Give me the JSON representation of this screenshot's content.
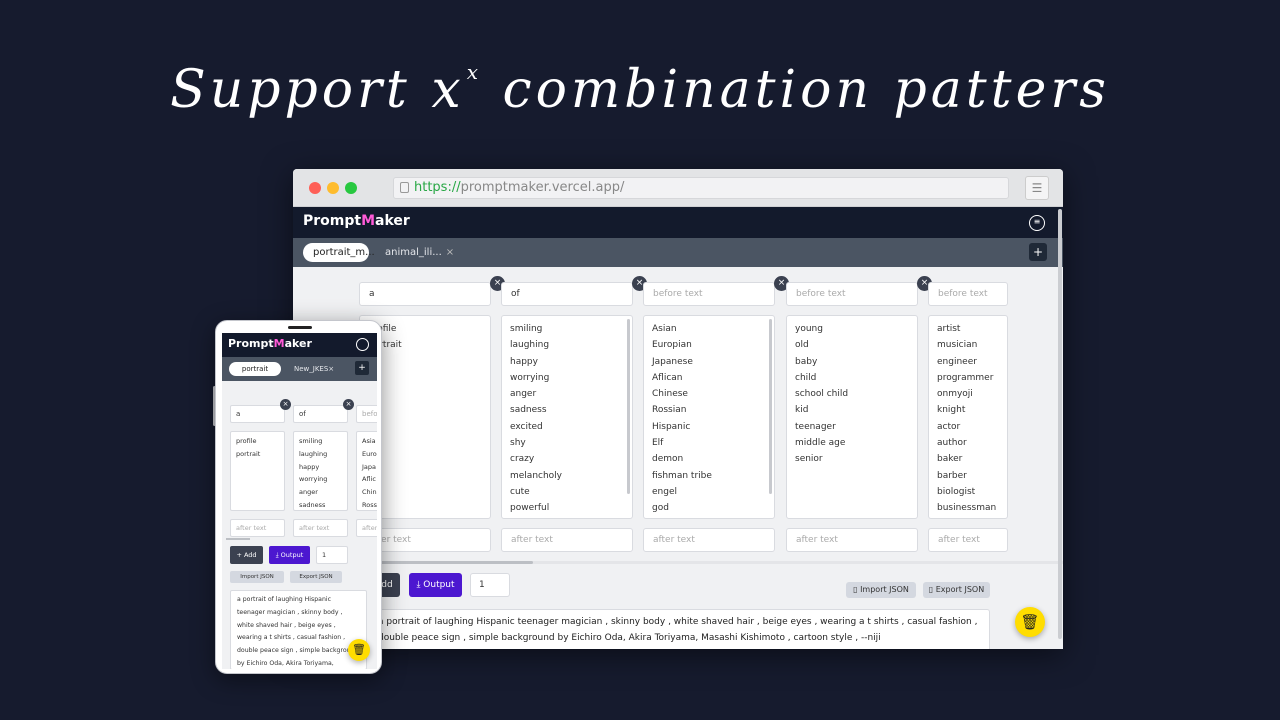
{
  "headline": {
    "text": "Support x",
    "sup": "x",
    "rest": " combination patters"
  },
  "browser": {
    "url_scheme": "https://",
    "url_host": "promptmaker.vercel.app/",
    "logo_a": "Prompt",
    "logo_b": "M",
    "logo_c": "aker",
    "tabs": [
      {
        "label": "portrait_m..."
      },
      {
        "label": "animal_ili..."
      }
    ],
    "tab_close": "×",
    "add_tab": "+",
    "columns": [
      {
        "head": "a",
        "placeholder": false,
        "items": [
          "profile",
          "portrait"
        ],
        "after": "after text"
      },
      {
        "head": "of",
        "placeholder": false,
        "items": [
          "smiling",
          "laughing",
          "happy",
          "worrying",
          "anger",
          "sadness",
          "excited",
          "shy",
          "crazy",
          "melancholy",
          "cute",
          "powerful"
        ],
        "after": "after text"
      },
      {
        "head": "before text",
        "placeholder": true,
        "items": [
          "Asian",
          "Europian",
          "Japanese",
          "Aflican",
          "Chinese",
          "Rossian",
          "Hispanic",
          "Elf",
          "demon",
          "fishman tribe",
          "engel",
          "god"
        ],
        "after": "after text"
      },
      {
        "head": "before text",
        "placeholder": true,
        "items": [
          "young",
          "old",
          "baby",
          "child",
          "school child",
          "kid",
          "teenager",
          "middle age",
          "senior"
        ],
        "after": "after text"
      },
      {
        "head": "before text",
        "placeholder": true,
        "items": [
          "artist",
          "musician",
          "engineer",
          "programmer",
          "onmyoji",
          "knight",
          "actor",
          "author",
          "baker",
          "barber",
          "biologist",
          "businessman"
        ],
        "after": "after text"
      }
    ],
    "add_label": "Add",
    "output_label": "Output",
    "count": "1",
    "import_label": "Import JSON",
    "export_label": "Export JSON",
    "output_text": "a portrait of laughing Hispanic teenager magician , skinny body , white shaved hair , beige eyes , wearing a t shirts , casual fashion , double peace sign , simple background by Eichiro Oda, Akira Toriyama, Masashi Kishimoto , cartoon style , --niji"
  },
  "phone": {
    "logo_a": "Prompt",
    "logo_b": "M",
    "logo_c": "aker",
    "tabs": [
      {
        "label": "portrait"
      },
      {
        "label": "New_JKES"
      }
    ],
    "tab_close": "×",
    "add_tab": "+",
    "columns": [
      {
        "head": "a",
        "items": [
          "profile",
          "portrait"
        ],
        "after": "after text"
      },
      {
        "head": "of",
        "items": [
          "smiling",
          "laughing",
          "happy",
          "worrying",
          "anger",
          "sadness"
        ],
        "after": "after text"
      },
      {
        "head": "befo",
        "items": [
          "Asia",
          "Euro",
          "Japa",
          "Aflic",
          "Chin",
          "Ross"
        ],
        "after": "after"
      }
    ],
    "add_label": "+ Add",
    "output_label": "⤓ Output",
    "count": "1",
    "import_label": "Import JSON",
    "export_label": "Export JSON",
    "output_text": "a portrait of laughing Hispanic teenager magician , skinny body , white shaved hair , beige eyes , wearing a t shirts , casual fashion , double peace sign , simple background by Eichiro Oda, Akira Toriyama, Masashi Kishimoto , cartoon style , --ni"
  },
  "colors": {
    "background": "#161b2e",
    "accent": "#4c17d0",
    "logo_m": "#ff5ad7",
    "coffee": "#ffdd00"
  },
  "icons": [
    "lock-icon",
    "tune-icon",
    "menu-icon",
    "close-icon",
    "plus-icon",
    "download-icon",
    "file-icon",
    "coffee-icon"
  ]
}
